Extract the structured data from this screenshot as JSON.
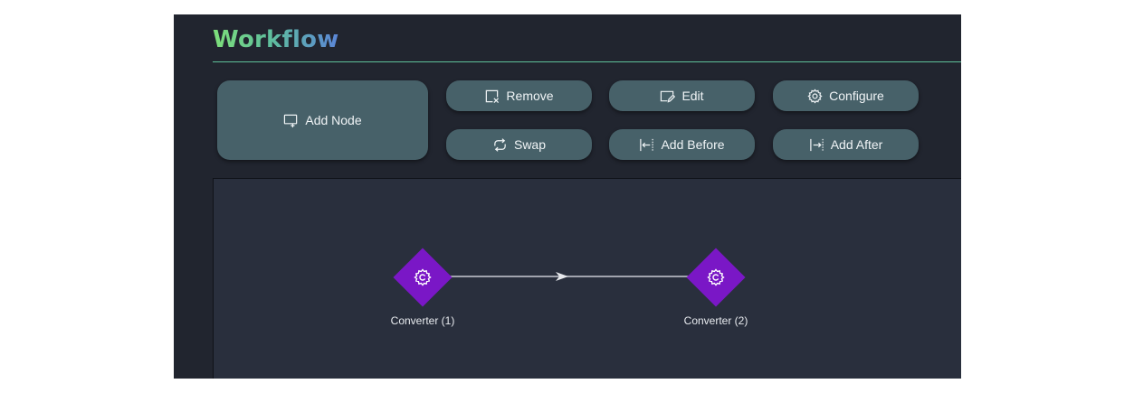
{
  "app": {
    "title": "Workflow"
  },
  "toolbar": {
    "add_node": "Add Node",
    "remove": "Remove",
    "edit": "Edit",
    "configure": "Configure",
    "swap": "Swap",
    "add_before": "Add Before",
    "add_after": "Add After"
  },
  "canvas": {
    "nodes": [
      {
        "label": "Converter (1)",
        "icon": "gear-icon"
      },
      {
        "label": "Converter (2)",
        "icon": "gear-icon"
      }
    ],
    "edges": [
      {
        "from": "Converter (1)",
        "to": "Converter (2)"
      }
    ]
  },
  "colors": {
    "background": "#21252f",
    "canvas": "#292f3d",
    "button": "#476169",
    "node": "#7a17c6",
    "title_gradient_start": "#7ee07a",
    "title_gradient_end": "#5b86d8",
    "rule": "#5fc09a"
  }
}
